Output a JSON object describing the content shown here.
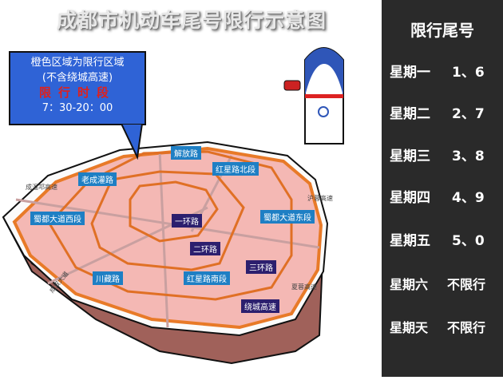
{
  "title": "成都市机动车尾号限行示意图",
  "bubble": {
    "line1": "橙色区域为限行区域",
    "line2": "(不含绕城高速)",
    "line3": "限行时段",
    "line4": "7：30-20：00"
  },
  "roads": {
    "jiefang": "解放路",
    "hongxing_north": "红星路北段",
    "laochengguan": "老成灌路",
    "shudu_west": "蜀都大道西段",
    "shudu_east": "蜀都大道东段",
    "ring1": "一环路",
    "ring2": "二环路",
    "ring3": "三环路",
    "chuanzang": "川藏路",
    "hongxing_south": "红星路南段",
    "ring_expressway": "绕城高速"
  },
  "highways": {
    "chengwenqiong": "成温邛高速",
    "hurong": "沪蓉高速",
    "chengshuang": "成双大道",
    "xiarong": "夏蓉高速"
  },
  "panel": {
    "title": "限行尾号",
    "rows": [
      {
        "day": "星期一",
        "nums": "1、6"
      },
      {
        "day": "星期二",
        "nums": "2、7"
      },
      {
        "day": "星期三",
        "nums": "3、8"
      },
      {
        "day": "星期四",
        "nums": "4、9"
      },
      {
        "day": "星期五",
        "nums": "5、0"
      },
      {
        "day": "星期六",
        "nums": "不限行"
      },
      {
        "day": "星期天",
        "nums": "不限行"
      }
    ]
  },
  "colors": {
    "zone": "#f4b8b4",
    "ring": "#e87a28",
    "panel_bg": "#2a2a2a",
    "bubble": "#2f63d6",
    "label_blue": "#1e7fc4",
    "label_purple": "#2c1f6e"
  }
}
